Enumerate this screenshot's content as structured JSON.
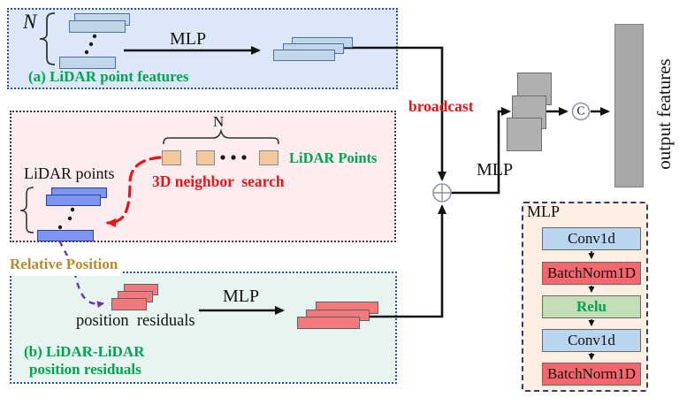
{
  "box_a": {
    "n": "N",
    "mlp": "MLP",
    "caption": "(a) LiDAR point features"
  },
  "neighbor_box": {
    "n": "N",
    "lidar_points": "LiDAR points",
    "lidar_points_caption": "LiDAR Points",
    "neighbor_search": "3D neighbor  search"
  },
  "relative_position": "Relative Position",
  "box_b": {
    "position_residuals": "position  residuals",
    "mlp": "MLP",
    "caption_line1": "(b) LiDAR-LiDAR",
    "caption_line2": "position residuals"
  },
  "fusion": {
    "broadcast": "broadcast",
    "mlp": "MLP",
    "concat": "C",
    "output": "output features"
  },
  "mlp_detail": {
    "title": "MLP",
    "layers": [
      {
        "label": "Conv1d",
        "color": "#b9d5f0"
      },
      {
        "label": "BatchNorm1D",
        "color": "#f5676c"
      },
      {
        "label": "Relu",
        "color": "#c3ddb6"
      },
      {
        "label": "Conv1d",
        "color": "#b9d5f0"
      },
      {
        "label": "BatchNorm1D",
        "color": "#f5676c"
      }
    ]
  },
  "colors": {
    "green_text": "#00a550",
    "red_text": "#e81416",
    "olive_text": "#b68a2d",
    "box_a_fill": "#dce7f8",
    "neighbor_box_fill": "#fdedef",
    "box_b_fill": "#e7f4ef",
    "mlp_detail_fill": "#fceee0",
    "point_feature_fill": "#c2d6ea",
    "lidar_point_fill": "#7b95f1",
    "residual_fill": "#f5797c",
    "gray_feature_fill": "#b2afb0"
  }
}
